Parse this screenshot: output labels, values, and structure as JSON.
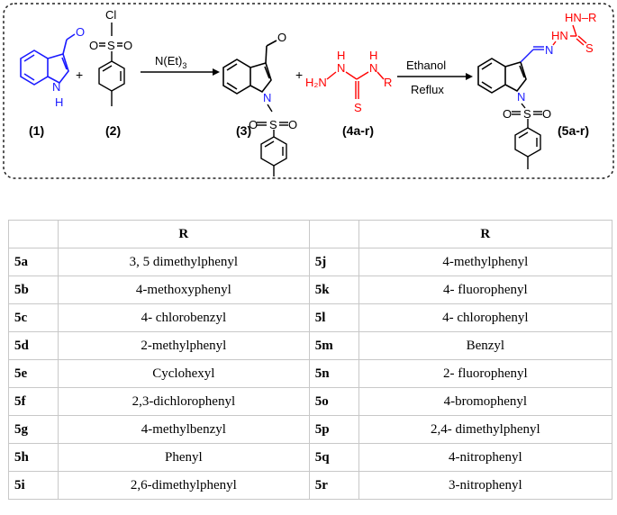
{
  "scheme": {
    "labels": {
      "c1": "(1)",
      "c2": "(2)",
      "c3": "(3)",
      "c4": "(4a-r)",
      "c5": "(5a-r)"
    },
    "atoms": {
      "nh": "N",
      "h": "H",
      "n": "N",
      "o": "O",
      "s": "S",
      "cl": "Cl",
      "h2n": "H₂N",
      "hn": "HN",
      "nh_r": "HN–R",
      "r": "R",
      "h_top": "H",
      "n_eq": "N",
      "nh2": "N"
    },
    "plus": "+",
    "reagent1": "N(Et)",
    "reagent1_sub": "3",
    "reagent2_line1": "Ethanol",
    "reagent2_line2": "Reflux"
  },
  "table": {
    "header": [
      "",
      "R",
      "",
      "R"
    ],
    "rows": [
      [
        "5a",
        "3, 5 dimethylphenyl",
        "5j",
        "4-methylphenyl"
      ],
      [
        "5b",
        "4-methoxyphenyl",
        "5k",
        "4- fluorophenyl"
      ],
      [
        "5c",
        "4- chlorobenzyl",
        "5l",
        "4- chlorophenyl"
      ],
      [
        "5d",
        "2-methylphenyl",
        "5m",
        "Benzyl"
      ],
      [
        "5e",
        "Cyclohexyl",
        "5n",
        "2- fluorophenyl"
      ],
      [
        "5f",
        "2,3-dichlorophenyl",
        "5o",
        "4-bromophenyl"
      ],
      [
        "5g",
        "4-methylbenzyl",
        "5p",
        "2,4- dimethylphenyl"
      ],
      [
        "5h",
        "Phenyl",
        "5q",
        "4-nitrophenyl"
      ],
      [
        "5i",
        "2,6-dimethylphenyl",
        "5r",
        "3-nitrophenyl"
      ]
    ]
  }
}
